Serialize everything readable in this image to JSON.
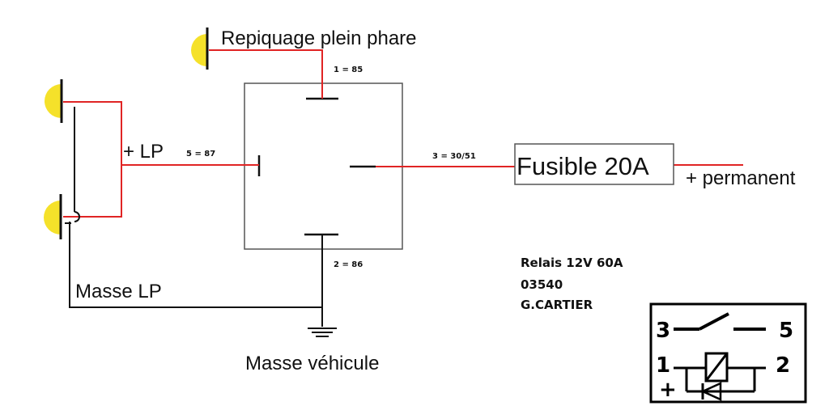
{
  "labels": {
    "repiquage": "Repiquage plein phare",
    "plus_lp": "+ LP",
    "masse_lp": "Masse LP",
    "masse_vehicule": "Masse véhicule",
    "plus_permanent": "+ permanent"
  },
  "pins": {
    "pin1": "1 = 85",
    "pin2": "2 = 86",
    "pin3": "3 = 30/51",
    "pin5": "5 = 87"
  },
  "fuse": {
    "label": "Fusible 20A"
  },
  "relay_info": {
    "line1": "Relais 12V 60A",
    "line2": "03540",
    "line3": "G.CARTIER"
  },
  "symbol": {
    "n3": "3",
    "n5": "5",
    "n1": "1",
    "n2": "2",
    "plus": "+"
  },
  "colors": {
    "positive_wire": "#e02424",
    "ground_wire": "#111111",
    "lamp": "#f5e12a"
  }
}
